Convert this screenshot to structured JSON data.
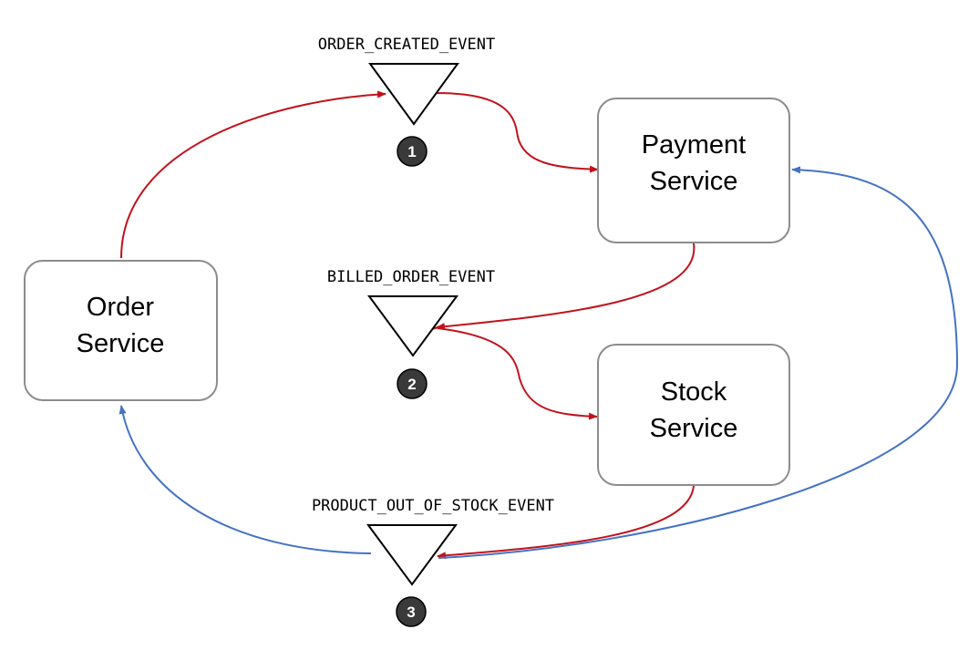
{
  "colors": {
    "red_flow": "#c0121c",
    "blue_flow": "#4472c4",
    "box_border": "#8c8c8c",
    "badge_fill": "#3a3a3a"
  },
  "services": {
    "order": {
      "line1": "Order",
      "line2": "Service"
    },
    "payment": {
      "line1": "Payment",
      "line2": "Service"
    },
    "stock": {
      "line1": "Stock",
      "line2": "Service"
    }
  },
  "events": {
    "order_created": {
      "label": "ORDER_CREATED_EVENT",
      "step": "1"
    },
    "billed_order": {
      "label": "BILLED_ORDER_EVENT",
      "step": "2"
    },
    "product_out_of_stock": {
      "label": "PRODUCT_OUT_OF_STOCK_EVENT",
      "step": "3"
    }
  }
}
